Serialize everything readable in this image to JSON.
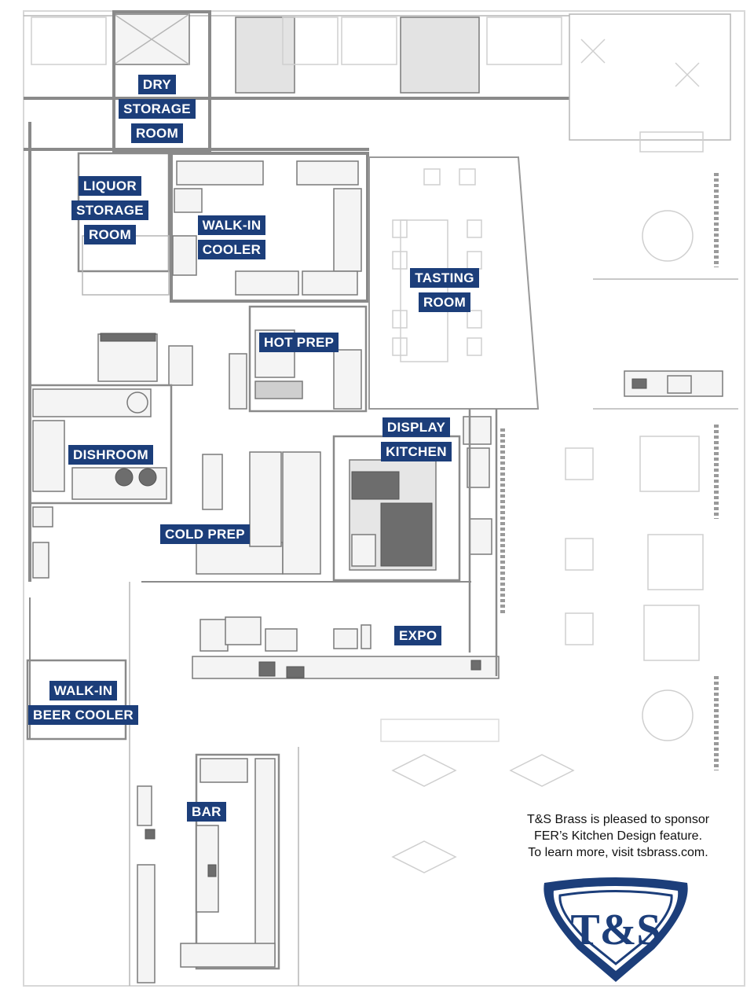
{
  "rooms": {
    "dry_storage": [
      "DRY",
      "STORAGE",
      "ROOM"
    ],
    "liquor_storage": [
      "LIQUOR",
      "STORAGE",
      "ROOM"
    ],
    "walk_in_cooler": [
      "WALK-IN",
      "COOLER"
    ],
    "tasting_room": [
      "TASTING",
      "ROOM"
    ],
    "hot_prep": [
      "HOT PREP"
    ],
    "display_kitchen": [
      "DISPLAY",
      "KITCHEN"
    ],
    "dishroom": [
      "DISHROOM"
    ],
    "cold_prep": [
      "COLD PREP"
    ],
    "expo": [
      "EXPO"
    ],
    "walk_in_beer_cooler": [
      "WALK-IN",
      "BEER COOLER"
    ],
    "bar": [
      "BAR"
    ]
  },
  "sponsor": {
    "line1": "T&S Brass is pleased to sponsor",
    "line2": "FER’s Kitchen Design feature.",
    "line3": "To learn more, visit tsbrass.com."
  },
  "logo": {
    "text": "T&S",
    "color": "#1c3e7a"
  }
}
